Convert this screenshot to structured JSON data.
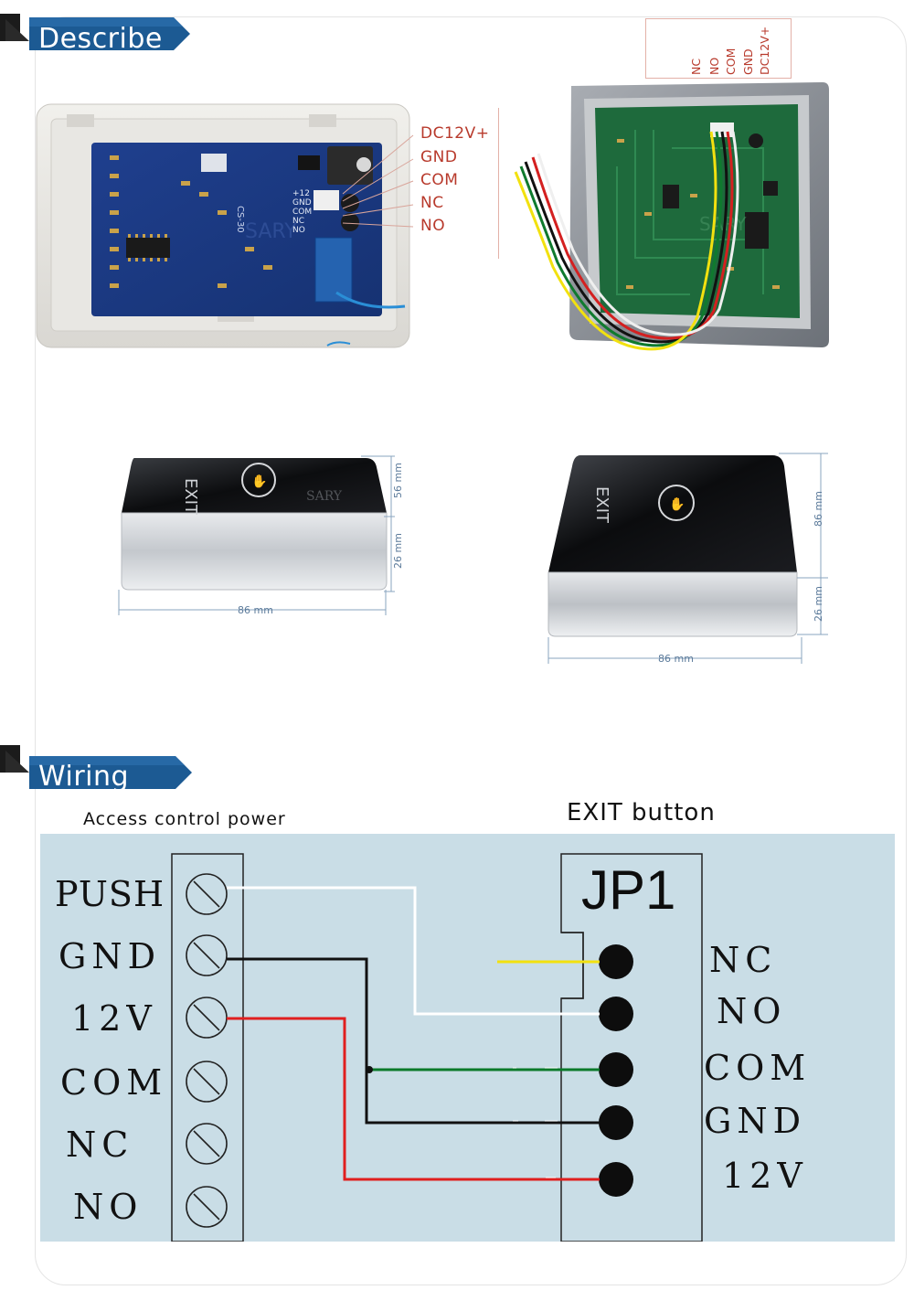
{
  "sections": {
    "describe": "Describe",
    "wiring": "Wiring"
  },
  "board_callout": [
    "DC12V+",
    "GND",
    "COM",
    "NC",
    "NO"
  ],
  "square_callout": [
    "NC",
    "NO",
    "COM",
    "GND",
    "DC12V+"
  ],
  "board_silkscreen": {
    "model": "CS-30",
    "brand": "SARY",
    "pins": [
      "+12",
      "GND",
      "COM",
      "NC",
      "NO"
    ]
  },
  "button_front": {
    "text": "EXIT",
    "brand": "SARY",
    "dim_width": "86 mm",
    "dim_height": "56 mm",
    "dim_depth": "26 mm"
  },
  "button_square": {
    "text": "EXIT",
    "dim_width": "86 mm",
    "dim_height": "86 mm",
    "dim_depth": "26 mm"
  },
  "wiring": {
    "left_title": "Access control power",
    "right_title": "EXIT button",
    "connector": "JP1",
    "left_terminals": [
      "PUSH",
      "GND",
      "12V",
      "COM",
      "NC",
      "NO"
    ],
    "right_terminals": [
      "NC",
      "NO",
      "COM",
      "GND",
      "12V"
    ],
    "wire_colors": {
      "push_no": "#ffffff",
      "gnd": "#111111",
      "power": "#e01f1f",
      "com": "#0a7a2a",
      "nc": "#f2e10f"
    }
  }
}
